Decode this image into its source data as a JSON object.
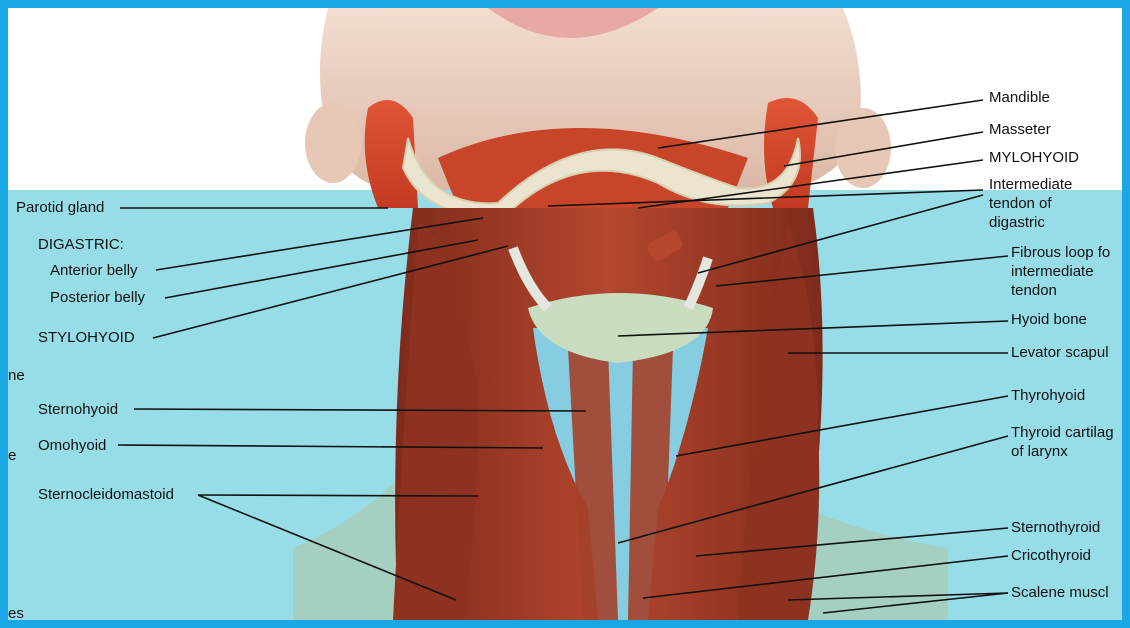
{
  "colors": {
    "frame": "#1aa7e3",
    "background_top": "#ffffff",
    "background_bottom": "#97dde8",
    "muscle": "#a23a25",
    "bone": "#e9e3cc",
    "skin": "#ebd2c4",
    "cartilage": "#86cde2"
  },
  "labels": {
    "mandible": "Mandible",
    "masseter": "Masseter",
    "mylohyoid": "MYLOHYOID",
    "intermediate_tendon": "Intermediate\ntendon of\ndigastric",
    "fibrous_loop": "Fibrous loop fo\nintermediate\ntendon",
    "hyoid_bone": "Hyoid bone",
    "levator_scapulae": "Levator scapul",
    "thyrohyoid": "Thyrohyoid",
    "thyroid_cartilage": "Thyroid cartilag\nof larynx",
    "sternothyroid": "Sternothyroid",
    "cricothyroid": "Cricothyroid",
    "scalene": "Scalene muscl",
    "parotid_gland": "Parotid gland",
    "digastric": "DIGASTRIC:",
    "anterior_belly": "Anterior belly",
    "posterior_belly": "Posterior belly",
    "stylohyoid": "STYLOHYOID",
    "sternohyoid": "Sternohyoid",
    "omohyoid": "Omohyoid",
    "sternocleidomastoid": "Sternocleidomastoid",
    "cut_ne": "ne",
    "cut_e": "e",
    "cut_es": "es"
  }
}
